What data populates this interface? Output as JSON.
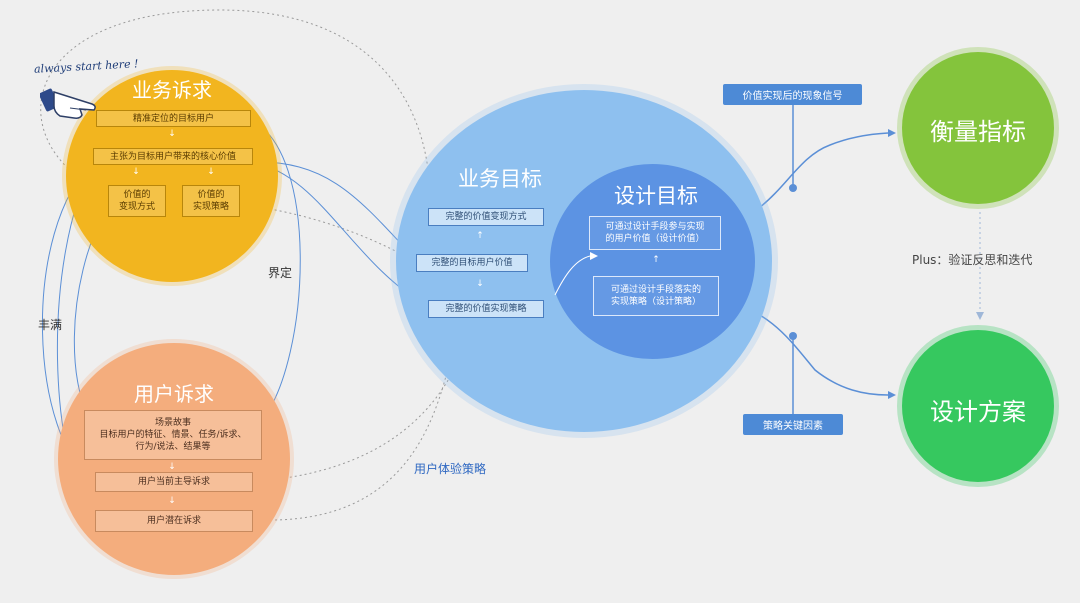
{
  "top_note": "always start here !",
  "business_demand": {
    "title": "业务诉求",
    "box_target_users": "精准定位的目标用户",
    "box_core_value": "主张为目标用户带来的核心价值",
    "box_value_monetize": [
      "价值的",
      "变现方式"
    ],
    "box_value_strategy": [
      "价值的",
      "实现策略"
    ]
  },
  "user_demand": {
    "title": "用户诉求",
    "box_scenario": [
      "场景故事",
      "目标用户的特征、情景、任务/诉求、",
      "行为/说法、结果等"
    ],
    "box_current": "用户当前主导诉求",
    "box_latent": "用户潜在诉求"
  },
  "business_goal": {
    "title": "业务目标",
    "box_monetize": "完整的价值变现方式",
    "box_target_user": "完整的目标用户价值",
    "box_strategy": "完整的价值实现策略"
  },
  "design_goal": {
    "title": "设计目标",
    "box_design_value": [
      "可通过设计手段参与实现",
      "的用户价值（设计价值）"
    ],
    "box_design_strategy": [
      "可通过设计手段落实的",
      "实现策略（设计策略）"
    ]
  },
  "labels": {
    "define": "界定",
    "enrich": "丰满",
    "ux_strategy": "用户体验策略",
    "plus": "Plus：验证反思和迭代"
  },
  "tags": {
    "signal": "价值实现后的现象信号",
    "key_factors": "策略关键因素"
  },
  "metrics": {
    "title": "衡量指标"
  },
  "design_plan": {
    "title": "设计方案"
  },
  "colors": {
    "background": "#efefef",
    "business_demand": "#f2b51f",
    "user_demand": "#f4ad7d",
    "business_goal": "#8ec0ef",
    "design_goal": "#5c93e3",
    "metrics": "#84c43c",
    "design_plan": "#36c85f",
    "connector": "#5b8fd6",
    "dotted": "#9a9a9a"
  }
}
